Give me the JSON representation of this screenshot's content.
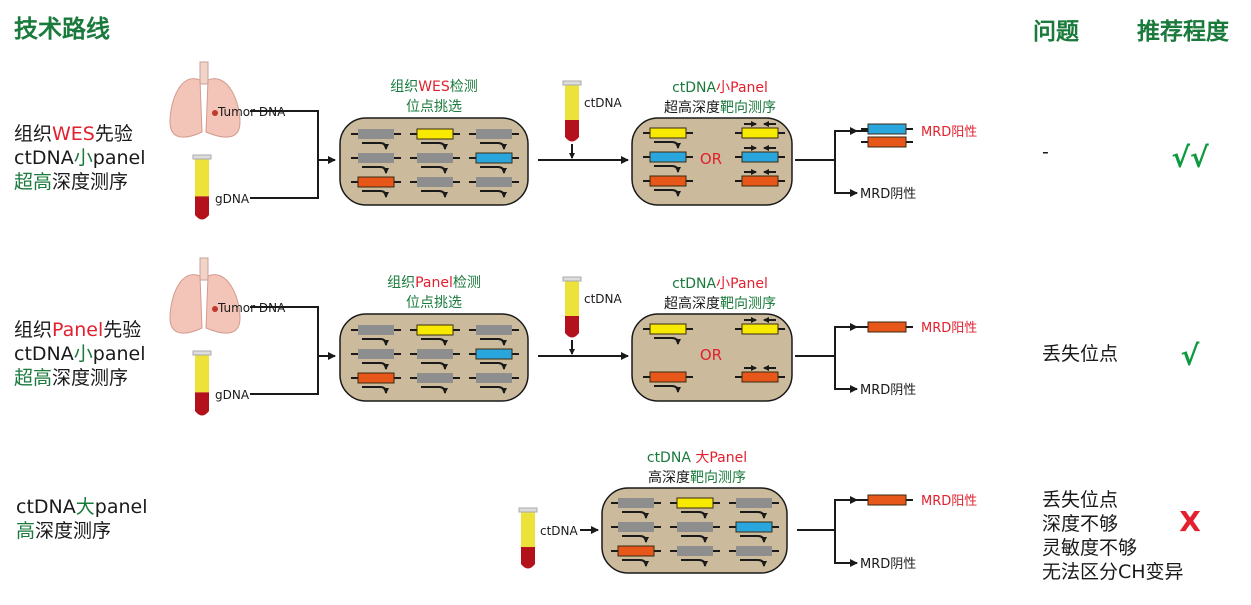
{
  "header": {
    "title": "技术路线",
    "col_problem": "问题",
    "col_recommendation": "推荐程度"
  },
  "palette": {
    "black": "#1a1a1a",
    "green": "#1a7a3c",
    "red": "#e2202e",
    "yellow": "#f7ea00",
    "blue": "#2aa6de",
    "orange": "#e8571a",
    "gray": "#8e8e8e",
    "box": "#cbbb9c",
    "check": "#0e9a3e"
  },
  "rows": [
    {
      "label": [
        [
          {
            "t": "组织",
            "c": "black"
          },
          {
            "t": "WES",
            "c": "red"
          },
          {
            "t": "先验",
            "c": "black"
          }
        ],
        [
          {
            "t": "ctDNA",
            "c": "black"
          },
          {
            "t": "小",
            "c": "green"
          },
          {
            "t": "panel",
            "c": "black"
          }
        ],
        [
          {
            "t": "超高",
            "c": "green"
          },
          {
            "t": "深度测序",
            "c": "black"
          }
        ]
      ],
      "tissue_label": "Tumor DNA",
      "blood_label": "gDNA",
      "selection_title": [
        [
          {
            "t": "组织",
            "c": "green"
          },
          {
            "t": "WES",
            "c": "red"
          },
          {
            "t": "检测",
            "c": "green"
          }
        ],
        [
          {
            "t": "位点挑选",
            "c": "green"
          }
        ]
      ],
      "selection_grid": [
        [
          "gray",
          "yellow",
          "gray"
        ],
        [
          "gray",
          "gray",
          "blue"
        ],
        [
          "orange",
          "gray",
          "gray"
        ]
      ],
      "ctdna_label": "ctDNA",
      "seq_title": [
        [
          {
            "t": "ctDNA",
            "c": "green"
          },
          {
            "t": "小Panel",
            "c": "red"
          }
        ],
        [
          {
            "t": "超高深度",
            "c": "black"
          },
          {
            "t": "靶向测序",
            "c": "green"
          }
        ]
      ],
      "seq_grid": [
        "yellow",
        "blue",
        "orange"
      ],
      "or_label": "OR",
      "positive_markers": [
        "blue",
        "orange"
      ],
      "positive_label": "MRD阳性",
      "negative_label": "MRD阴性",
      "problems": [
        "-"
      ],
      "recommendation": "√√",
      "recommendation_color": "check"
    },
    {
      "label": [
        [
          {
            "t": "组织",
            "c": "black"
          },
          {
            "t": "Panel",
            "c": "red"
          },
          {
            "t": "先验",
            "c": "black"
          }
        ],
        [
          {
            "t": "ctDNA",
            "c": "black"
          },
          {
            "t": "小",
            "c": "green"
          },
          {
            "t": "panel",
            "c": "black"
          }
        ],
        [
          {
            "t": "超高",
            "c": "green"
          },
          {
            "t": "深度测序",
            "c": "black"
          }
        ]
      ],
      "tissue_label": "Tumor DNA",
      "blood_label": "gDNA",
      "selection_title": [
        [
          {
            "t": "组织",
            "c": "green"
          },
          {
            "t": "Panel",
            "c": "red"
          },
          {
            "t": "检测",
            "c": "green"
          }
        ],
        [
          {
            "t": "位点挑选",
            "c": "green"
          }
        ]
      ],
      "selection_grid": [
        [
          "gray",
          "yellow",
          "gray"
        ],
        [
          "gray",
          "gray",
          "blue"
        ],
        [
          "orange",
          "gray",
          "gray"
        ]
      ],
      "ctdna_label": "ctDNA",
      "seq_title": [
        [
          {
            "t": "ctDNA",
            "c": "green"
          },
          {
            "t": "小Panel",
            "c": "red"
          }
        ],
        [
          {
            "t": "超高深度",
            "c": "black"
          },
          {
            "t": "靶向测序",
            "c": "green"
          }
        ]
      ],
      "seq_grid": [
        "yellow",
        null,
        "orange"
      ],
      "or_label": "OR",
      "positive_markers": [
        "orange"
      ],
      "positive_label": "MRD阳性",
      "negative_label": "MRD阴性",
      "problems": [
        "丢失位点"
      ],
      "recommendation": "√",
      "recommendation_color": "check"
    },
    {
      "label": [
        [
          {
            "t": "ctDNA",
            "c": "black"
          },
          {
            "t": "大",
            "c": "green"
          },
          {
            "t": "panel",
            "c": "black"
          }
        ],
        [
          {
            "t": "高",
            "c": "green"
          },
          {
            "t": "深度测序",
            "c": "black"
          }
        ]
      ],
      "ctdna_label": "ctDNA",
      "seq_title": [
        [
          {
            "t": "ctDNA ",
            "c": "green"
          },
          {
            "t": "大Panel",
            "c": "red"
          }
        ],
        [
          {
            "t": "高深度",
            "c": "black"
          },
          {
            "t": "靶向测序",
            "c": "green"
          }
        ]
      ],
      "selection_grid": [
        [
          "gray",
          "yellow",
          "gray"
        ],
        [
          "gray",
          "gray",
          "blue"
        ],
        [
          "orange",
          "gray",
          "gray"
        ]
      ],
      "positive_markers": [
        "orange"
      ],
      "positive_label": "MRD阳性",
      "negative_label": "MRD阴性",
      "problems": [
        "丢失位点",
        "深度不够",
        "灵敏度不够",
        "无法区分CH变异"
      ],
      "recommendation": "X",
      "recommendation_color": "red"
    }
  ]
}
